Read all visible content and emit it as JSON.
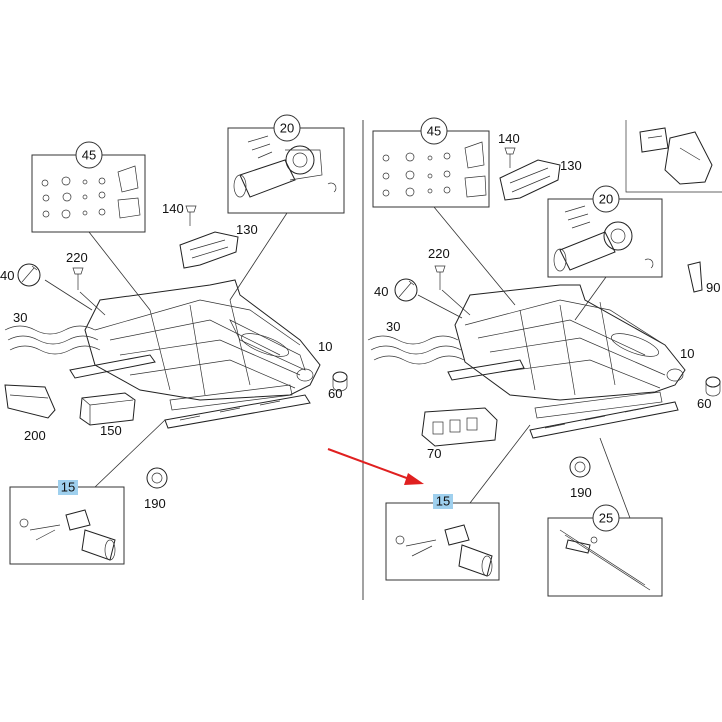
{
  "left_diagram": {
    "callouts": {
      "c45": "45",
      "c20": "20",
      "c140": "140",
      "c130": "130",
      "c220": "220",
      "c40": "40",
      "c30": "30",
      "c10": "10",
      "c60": "60",
      "c200": "200",
      "c150": "150",
      "c15": "15",
      "c190": "190"
    }
  },
  "right_diagram": {
    "callouts": {
      "c45": "45",
      "c140": "140",
      "c130": "130",
      "c20": "20",
      "c220": "220",
      "c90": "90",
      "c40": "40",
      "c30": "30",
      "c10": "10",
      "c60": "60",
      "c70": "70",
      "c15": "15",
      "c190": "190",
      "c25": "25"
    }
  },
  "colors": {
    "highlight": "#9fd0ee",
    "arrow": "#e02020",
    "line": "#333333"
  }
}
